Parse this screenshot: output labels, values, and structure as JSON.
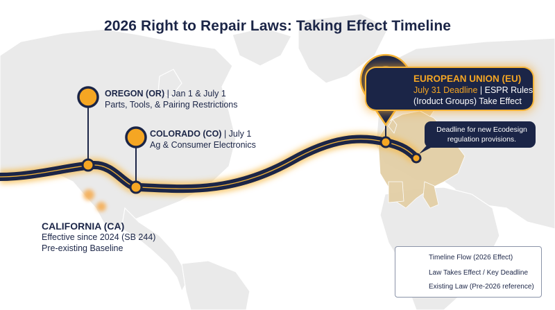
{
  "title": "2026 Right to Repair Laws: Taking Effect Timeline",
  "states": {
    "oregon": {
      "name": "OREGON (OR)",
      "date": " | Jan 1 & July 1",
      "detail": "Parts, Tools, & Pairing Restrictions"
    },
    "colorado": {
      "name": "COLORADO (CO)",
      "date": " | July 1",
      "detail": "Ag & Consumer Electronics"
    },
    "california": {
      "name": "CALIFORNIA (CA)",
      "line1": "Effective since 2024 (SB 244)",
      "line2": "Pre-existing Baseline"
    }
  },
  "eu": {
    "name": "EUROPEAN UNION (EU)",
    "deadline": "July 31 Deadline",
    "rest1": " | ESPR Rules",
    "line3": "(Iroduct Groups) Take Effect"
  },
  "callout": {
    "text": "Deadline for new Ecodesign regulation provisions."
  },
  "legend": {
    "items": [
      {
        "label": "Timeline Flow (2026 Effect)"
      },
      {
        "label": "Law Takes Effect / Key Deadline"
      },
      {
        "label": "Existing Law (Pre-2026 reference)"
      }
    ]
  },
  "colors": {
    "navy": "#1b2547",
    "gold": "#f5a623",
    "glow": "#f7b845",
    "land": "#eaeaea",
    "border": "#ffffff",
    "europe": "#e3cfa6"
  },
  "icons": {
    "timeline": "navy-band-with-gold-glow",
    "milestone": "gold-ring-marker",
    "existing": "orange-blur-dot",
    "eu_pin": "map-pin-marker"
  }
}
